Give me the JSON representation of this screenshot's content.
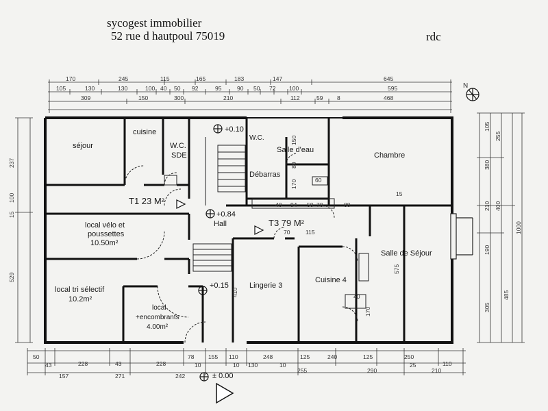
{
  "header": {
    "company": "sycogest immobilier",
    "address": "52 rue d hautpoul 75019",
    "floor": "rdc"
  },
  "rooms": {
    "sejour": "séjour",
    "cuisine": "cuisine",
    "wc_line1": "W.C.",
    "wc_line2": "SDE",
    "wc_small": "W.C.",
    "salle_eau": "Salle d'eau",
    "debarras": "Débarras",
    "chambre": "Chambre",
    "t1": "T1 23 M²",
    "hall": "Hall",
    "t3": "T3 79 M²",
    "velo_line1": "local vélo et",
    "velo_line2": "poussettes",
    "velo_line3": "10.50m²",
    "salle_sejour": "Salle de Séjour",
    "tri_line1": "local tri sélectif",
    "tri_line2": "10.2m²",
    "encomb_line1": "local",
    "encomb_line2": "+encombrants",
    "encomb_line3": "4.00m²",
    "lingerie": "Lingerie 3",
    "cuisine4": "Cuisine 4"
  },
  "levels": {
    "l1": "+0.10",
    "l2": "+0.84",
    "l3": "+0.15",
    "l4": "± 0.00"
  },
  "dims_top_row1": [
    "170",
    "245",
    "115",
    "165",
    "183",
    "147",
    "645"
  ],
  "dims_top_row2": [
    "105",
    "130",
    "130",
    "100",
    "40",
    "50",
    "92",
    "95",
    "90",
    "50",
    "72",
    "100",
    "595"
  ],
  "dims_top_row3": [
    "309",
    "150",
    "300",
    "210",
    "112",
    "59",
    "8",
    "468"
  ],
  "dims_bottom_row1": [
    "50",
    "228",
    "43",
    "228",
    "78",
    "155",
    "110",
    "248",
    "125",
    "240",
    "125",
    "250",
    "110"
  ],
  "dims_bottom_row2": [
    "43",
    "10",
    "10",
    "130",
    "10",
    "25"
  ],
  "dims_bottom_row3": [
    "157",
    "271",
    "242",
    "255",
    "290",
    "210"
  ],
  "dims_left": [
    "237",
    "100",
    "15",
    "529"
  ],
  "dims_right": [
    "105",
    "255",
    "380",
    "210",
    "400",
    "1000",
    "190",
    "305",
    "485"
  ],
  "dims_inner": [
    "150",
    "80",
    "60",
    "170",
    "40",
    "94",
    "50",
    "70",
    "80",
    "15",
    "70",
    "115",
    "575",
    "410",
    "170",
    "40"
  ]
}
